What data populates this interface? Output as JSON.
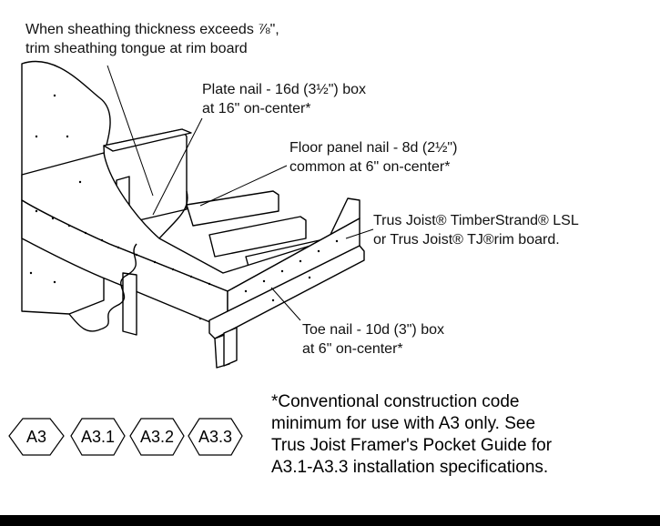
{
  "callouts": {
    "sheathing": {
      "line1": "When sheathing thickness exceeds ⅞\",",
      "line2": "trim sheathing tongue at rim board"
    },
    "plate_nail": {
      "line1": "Plate nail - 16d (3½\") box",
      "line2": "at 16\" on-center*"
    },
    "floor_panel_nail": {
      "line1": "Floor panel nail - 8d (2½\")",
      "line2": "common at 6\" on-center*"
    },
    "rim_board": {
      "line1": "Trus Joist® TimberStrand® LSL",
      "line2": "or Trus Joist® TJ®rim board."
    },
    "toe_nail": {
      "line1": "Toe nail - 10d (3\") box",
      "line2": "at 6\" on-center*"
    }
  },
  "badges": [
    "A3",
    "A3.1",
    "A3.2",
    "A3.3"
  ],
  "note": {
    "line1": "*Conventional construction code",
    "line2": "minimum for use with A3 only. See",
    "line3": "Trus Joist Framer's Pocket Guide for",
    "line4": "A3.1-A3.3 installation specifications."
  },
  "colors": {
    "line": "#000000",
    "background": "#ffffff",
    "bottom_bar": "#000000"
  }
}
